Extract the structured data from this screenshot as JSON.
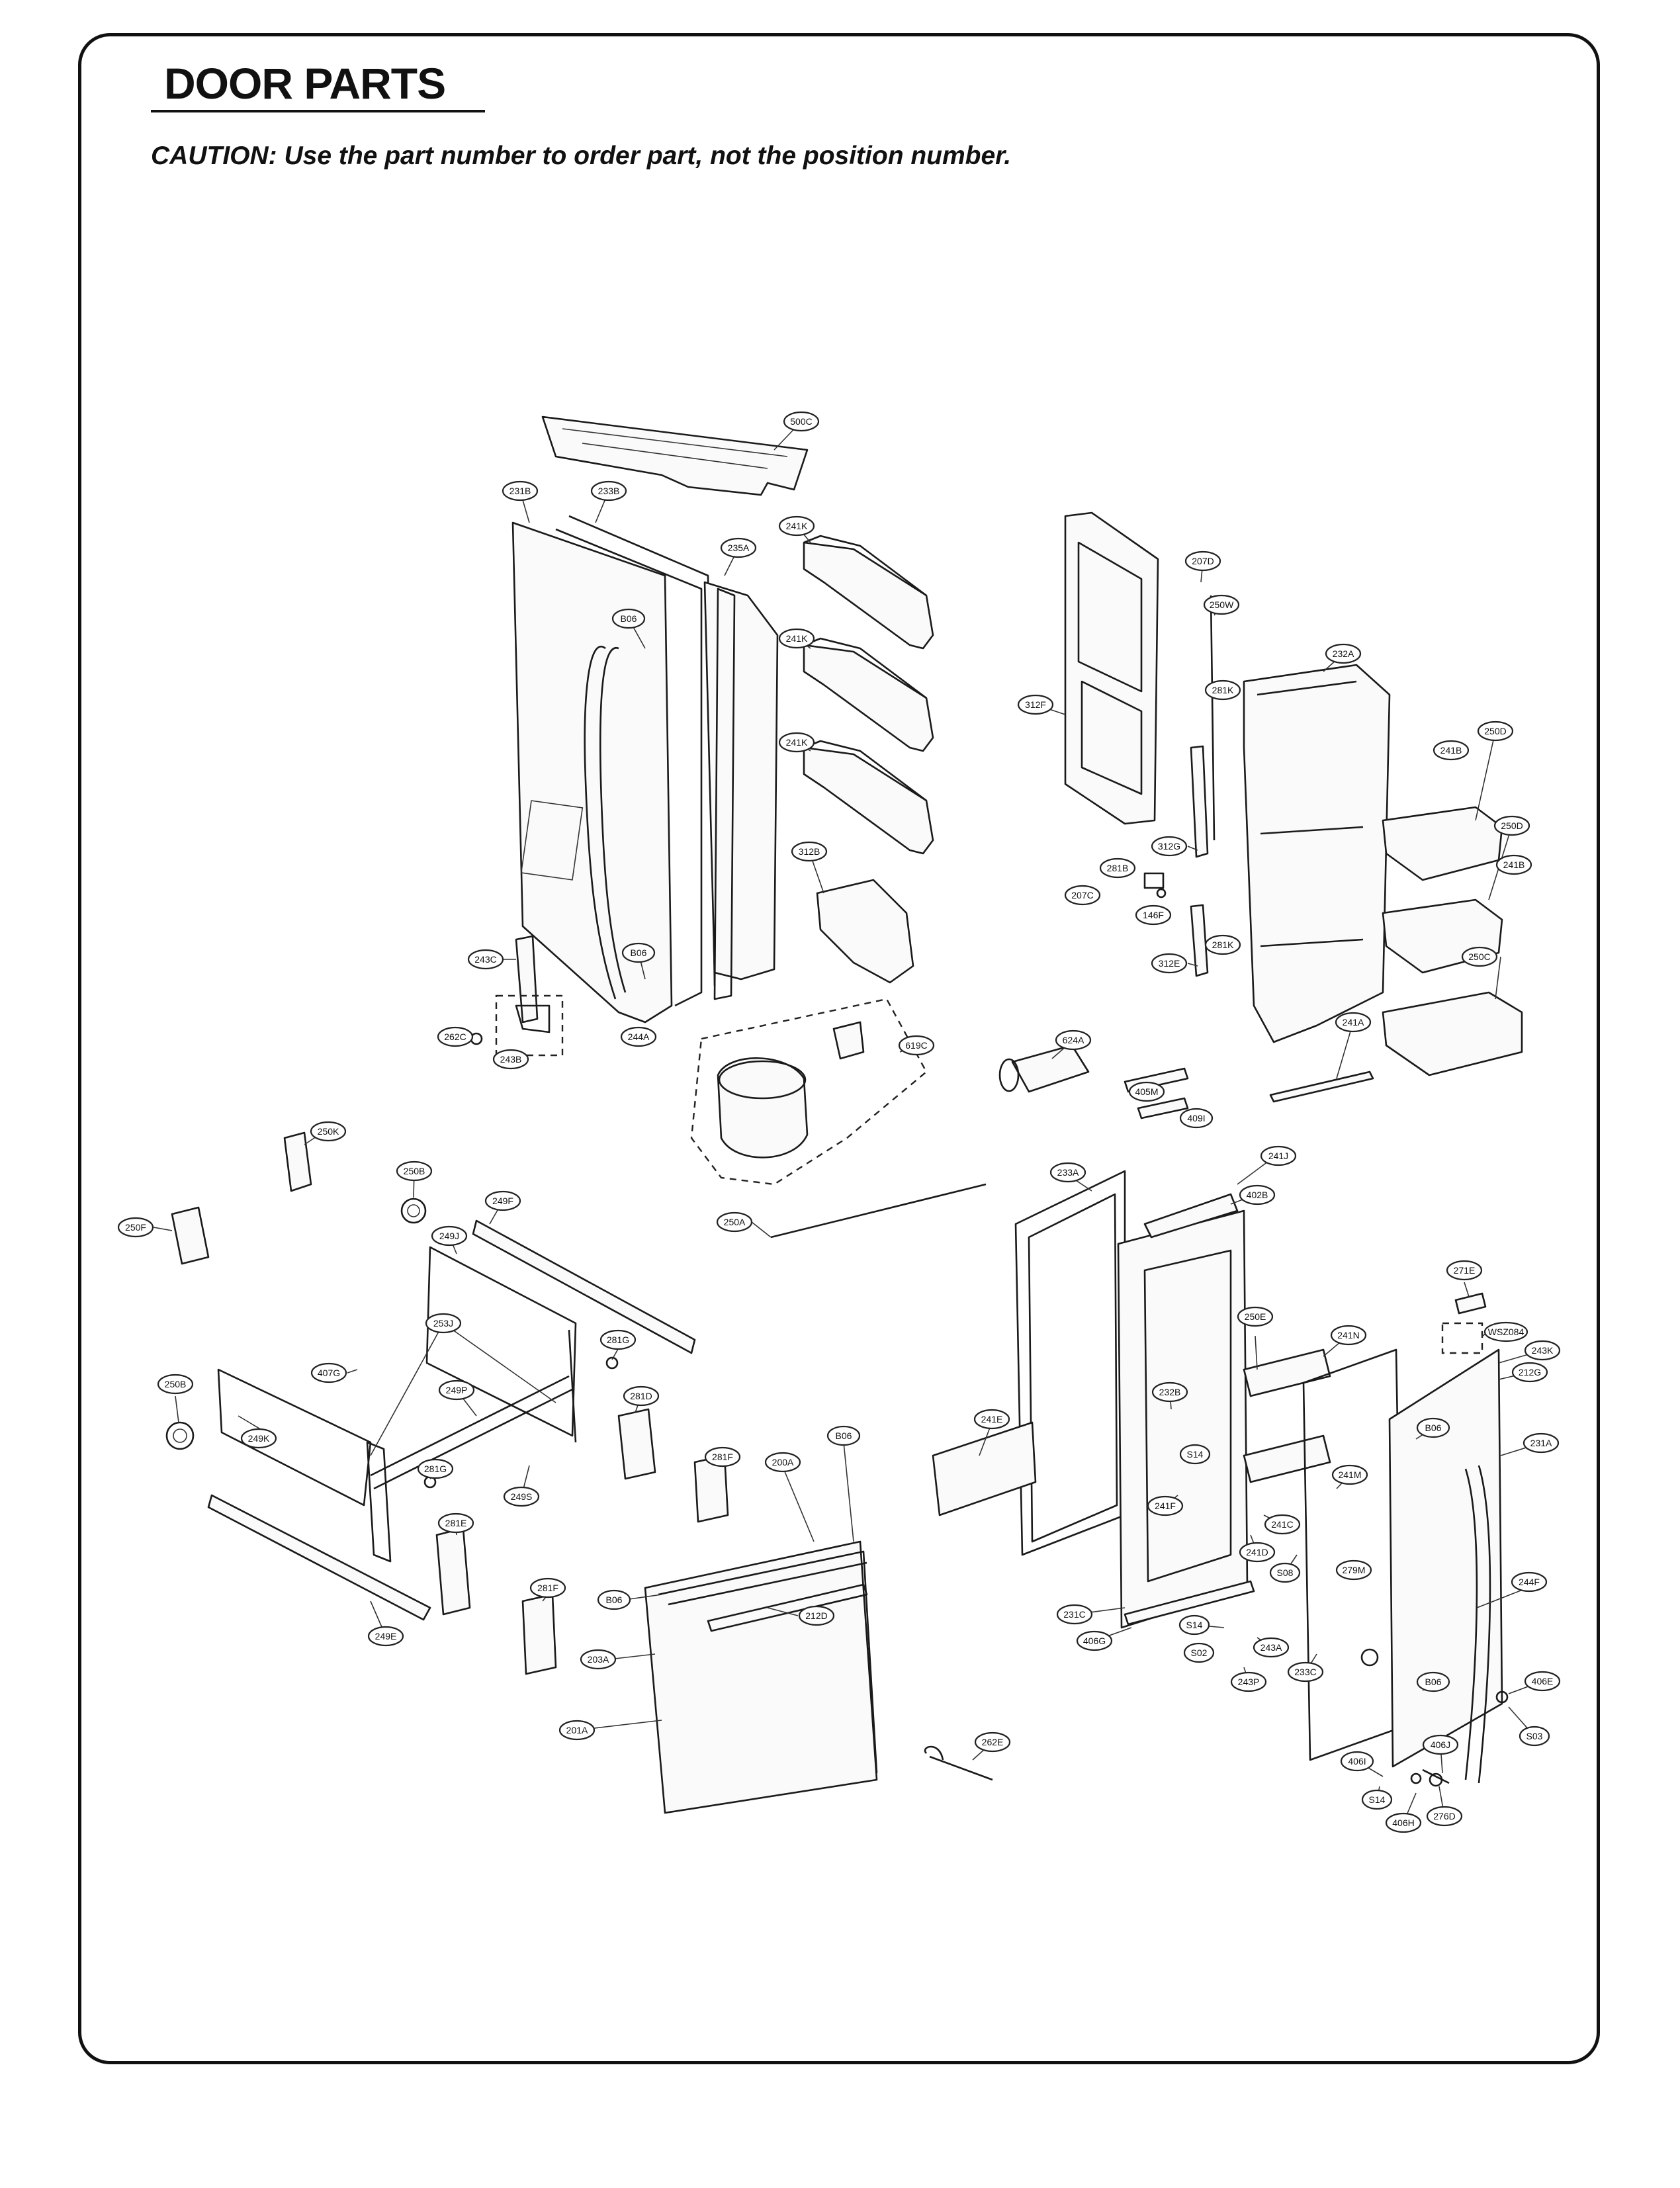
{
  "header": {
    "title": "DOOR PARTS",
    "caution": "CAUTION: Use the part number to order part, not the position number."
  },
  "callouts": [
    {
      "label": "500C"
    },
    {
      "label": "231B"
    },
    {
      "label": "233B"
    },
    {
      "label": "235A"
    },
    {
      "label": "241K"
    },
    {
      "label": "241K"
    },
    {
      "label": "241K"
    },
    {
      "label": "B06"
    },
    {
      "label": "312B"
    },
    {
      "label": "243C"
    },
    {
      "label": "B06"
    },
    {
      "label": "262C"
    },
    {
      "label": "243B"
    },
    {
      "label": "244A"
    },
    {
      "label": "619C"
    },
    {
      "label": "624A"
    },
    {
      "label": "405M"
    },
    {
      "label": "409I"
    },
    {
      "label": "207D"
    },
    {
      "label": "250W"
    },
    {
      "label": "281K"
    },
    {
      "label": "312F"
    },
    {
      "label": "232A"
    },
    {
      "label": "250D"
    },
    {
      "label": "241B"
    },
    {
      "label": "250D"
    },
    {
      "label": "241B"
    },
    {
      "label": "312G"
    },
    {
      "label": "281B"
    },
    {
      "label": "207C"
    },
    {
      "label": "146F"
    },
    {
      "label": "281K"
    },
    {
      "label": "312E"
    },
    {
      "label": "250C"
    },
    {
      "label": "241A"
    },
    {
      "label": "250K"
    },
    {
      "label": "250B"
    },
    {
      "label": "249F"
    },
    {
      "label": "250F"
    },
    {
      "label": "249J"
    },
    {
      "label": "250A"
    },
    {
      "label": "253J"
    },
    {
      "label": "281G"
    },
    {
      "label": "407G"
    },
    {
      "label": "250B"
    },
    {
      "label": "249P"
    },
    {
      "label": "281D"
    },
    {
      "label": "249K"
    },
    {
      "label": "281G"
    },
    {
      "label": "281F"
    },
    {
      "label": "249S"
    },
    {
      "label": "281E"
    },
    {
      "label": "249E"
    },
    {
      "label": "281F"
    },
    {
      "label": "B06"
    },
    {
      "label": "200A"
    },
    {
      "label": "B06"
    },
    {
      "label": "212D"
    },
    {
      "label": "203A"
    },
    {
      "label": "201A"
    },
    {
      "label": "262E"
    },
    {
      "label": "241J"
    },
    {
      "label": "233A"
    },
    {
      "label": "402B"
    },
    {
      "label": "271E"
    },
    {
      "label": "250E"
    },
    {
      "label": "241N"
    },
    {
      "label": "WSZ084"
    },
    {
      "label": "243K"
    },
    {
      "label": "212G"
    },
    {
      "label": "241E"
    },
    {
      "label": "232B"
    },
    {
      "label": "B06"
    },
    {
      "label": "231A"
    },
    {
      "label": "S14"
    },
    {
      "label": "241M"
    },
    {
      "label": "241F"
    },
    {
      "label": "241C"
    },
    {
      "label": "241D"
    },
    {
      "label": "S08"
    },
    {
      "label": "279M"
    },
    {
      "label": "231C"
    },
    {
      "label": "S14"
    },
    {
      "label": "406G"
    },
    {
      "label": "243A"
    },
    {
      "label": "S02"
    },
    {
      "label": "243P"
    },
    {
      "label": "233C"
    },
    {
      "label": "244F"
    },
    {
      "label": "B06"
    },
    {
      "label": "406E"
    },
    {
      "label": "S03"
    },
    {
      "label": "406J"
    },
    {
      "label": "406I"
    },
    {
      "label": "S14"
    },
    {
      "label": "276D"
    },
    {
      "label": "406H"
    }
  ]
}
